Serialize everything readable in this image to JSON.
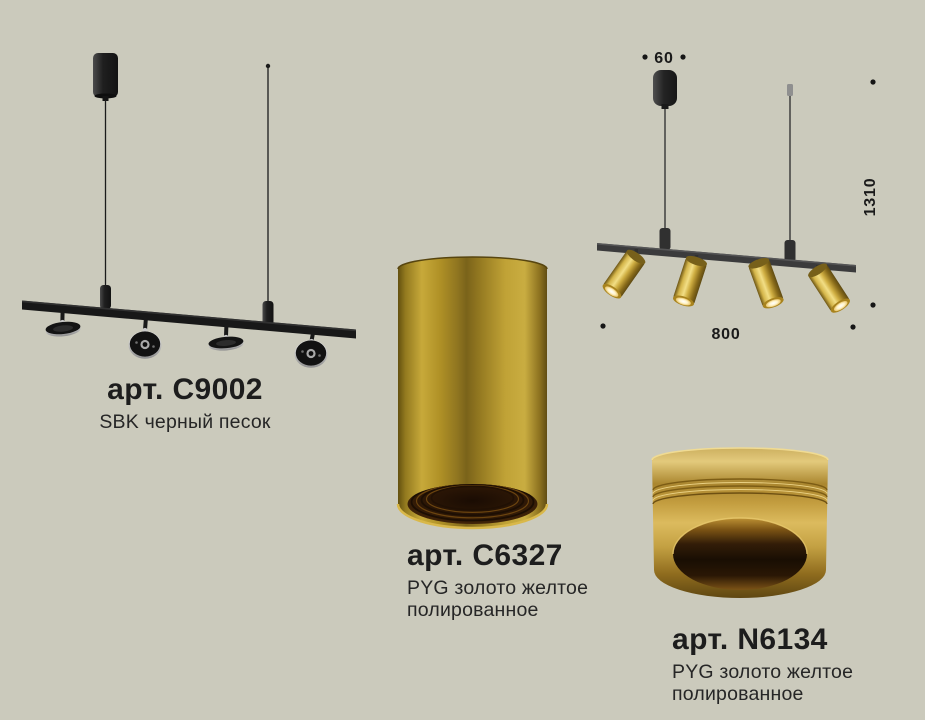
{
  "page": {
    "background_color": "#cbcabc",
    "text_color": "#1d1d1d"
  },
  "products": [
    {
      "code": "арт. C9002",
      "finish_lines": [
        "SBK черный песок"
      ]
    },
    {
      "code": "арт. C6327",
      "finish_lines": [
        "PYG золото желтое",
        "полированное"
      ]
    },
    {
      "code": "арт. N6134",
      "finish_lines": [
        "PYG золото желтое",
        "полированное"
      ]
    }
  ],
  "dimension_drawing": {
    "canopy_width": "60",
    "overall_height": "1310",
    "bar_length": "800"
  },
  "colors": {
    "gold": "#c2a133",
    "gold_highlight": "#f2de85",
    "black_fixture": "#1a1a1a",
    "drawing_gray": "#3b3b3c",
    "interior_brown": "#2e1806"
  }
}
